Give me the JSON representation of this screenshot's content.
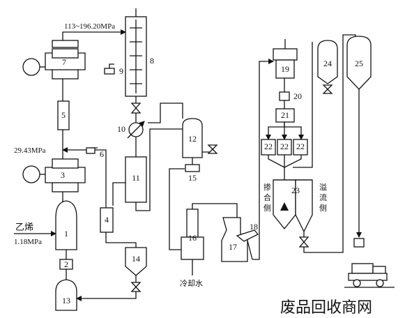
{
  "labels": {
    "p_top": "113~196.20MPa",
    "p_mid": "29.43MPa",
    "feed_gas": "乙烯",
    "feed_pressure": "1.18MPa",
    "cooling_water": "冷却水",
    "blend_side": [
      "掺",
      "合",
      "侧"
    ],
    "overflow_side": [
      "溢",
      "流",
      "侧"
    ]
  },
  "numbers": [
    "1",
    "2",
    "3",
    "4",
    "5",
    "6",
    "7",
    "8",
    "9",
    "10",
    "11",
    "12",
    "13",
    "14",
    "15",
    "16",
    "17",
    "18",
    "19",
    "20",
    "21",
    "22",
    "22",
    "22",
    "23",
    "24",
    "25"
  ],
  "watermark": "废品回收商网"
}
